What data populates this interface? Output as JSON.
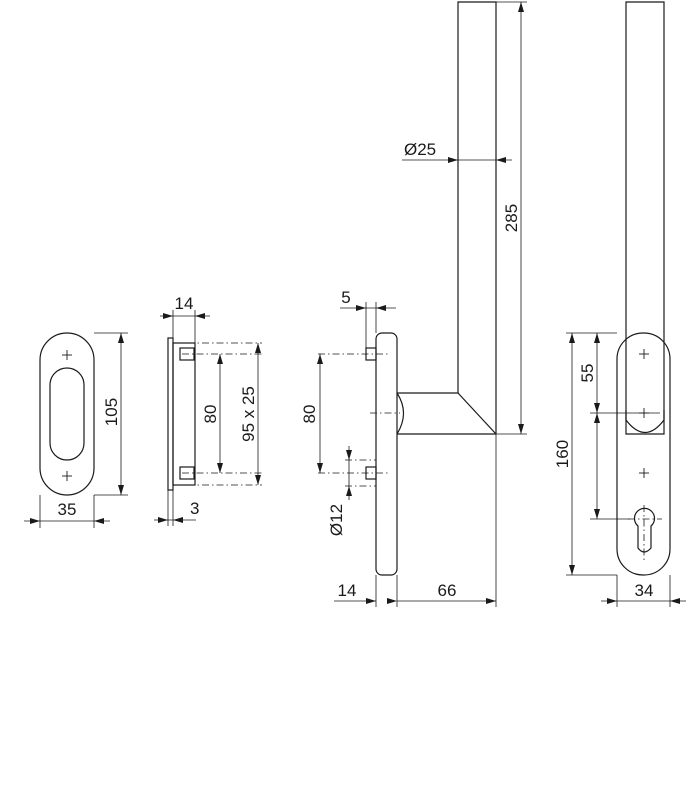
{
  "dimensions": {
    "rosette_oval_width": "35",
    "rosette_oval_height": "105",
    "side_plate_thickness": "14",
    "side_plate_gap": "3",
    "side_hole_distance": "80",
    "side_plate_size": "95 x 25",
    "handle_offset_top": "5",
    "handle_hole_distance": "80",
    "screw_diameter": "Ø12",
    "bar_diameter": "Ø25",
    "bar_height": "285",
    "plate_depth": "14",
    "handle_projection": "66",
    "plate_upper_distance": "55",
    "plate_center_distance": "160",
    "plate_width": "34"
  }
}
